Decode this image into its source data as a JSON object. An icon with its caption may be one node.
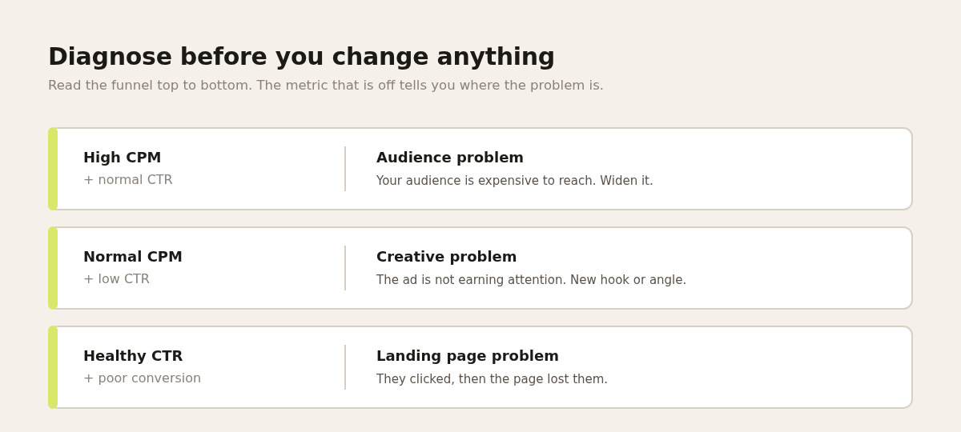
{
  "diagram": {
    "title": "Diagnose before you change anything",
    "nodes": [
      {
        "text": [
          "High CPM",
          "+ normal CTR",
          "Audience problem",
          "Your audience is expensive to reach. Widen it."
        ]
      },
      {
        "text": [
          "Normal CPM",
          "+ low CTR",
          "Creative problem",
          "The ad is not earning attention. New hook or angle."
        ]
      },
      {
        "text": [
          "Healthy CTR",
          "+ poor conversion",
          "Landing page problem",
          "They clicked, then the page lost them."
        ]
      }
    ],
    "labels": [
      "Read the funnel top to bottom. The metric that is off tells you where the problem is."
    ]
  }
}
